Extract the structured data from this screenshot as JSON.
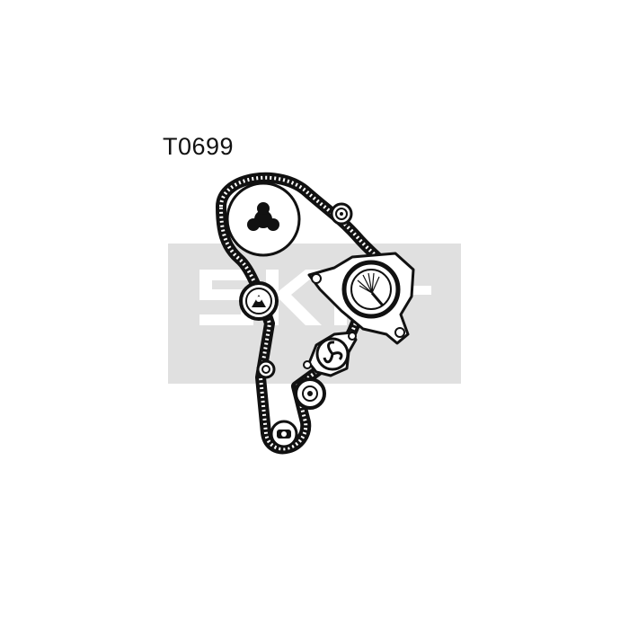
{
  "part_code": "T0699",
  "watermark": {
    "brand": "SKF"
  },
  "colors": {
    "background": "#ffffff",
    "ink": "#111111",
    "watermark_band": "#e0e0e0",
    "watermark_letters": "#ffffff"
  },
  "diagram": {
    "type": "timing-belt-routing",
    "components": [
      "camshaft-sprocket",
      "belt-tensioner",
      "injection-pump-sprocket",
      "water-pump-pulley",
      "idler-pulley",
      "guide-roller",
      "lower-idler",
      "crankshaft-sprocket"
    ]
  }
}
